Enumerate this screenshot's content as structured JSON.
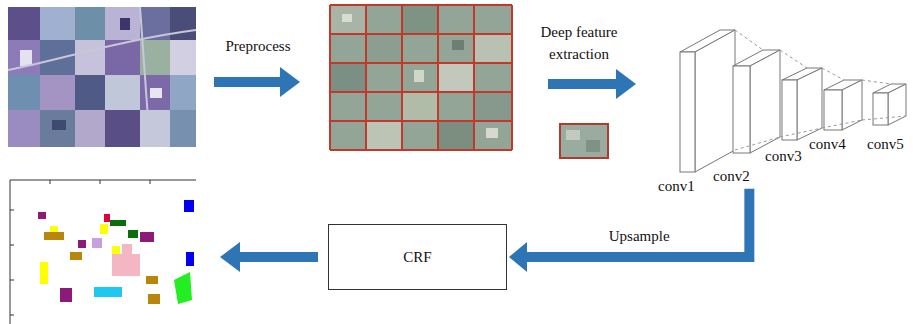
{
  "diagram": {
    "nodes": [
      {
        "text": [
          "conv1"
        ]
      },
      {
        "text": [
          "conv2"
        ]
      },
      {
        "text": [
          "conv3"
        ]
      },
      {
        "text": [
          "conv4"
        ]
      },
      {
        "text": [
          "conv5"
        ]
      },
      {
        "text": [
          "CRF"
        ]
      }
    ],
    "edges": [
      {
        "from": 1,
        "to": 5,
        "label": "Upsample",
        "arrow": "to"
      }
    ],
    "labels": [
      "Preprocess",
      "Deep feature extraction"
    ]
  }
}
